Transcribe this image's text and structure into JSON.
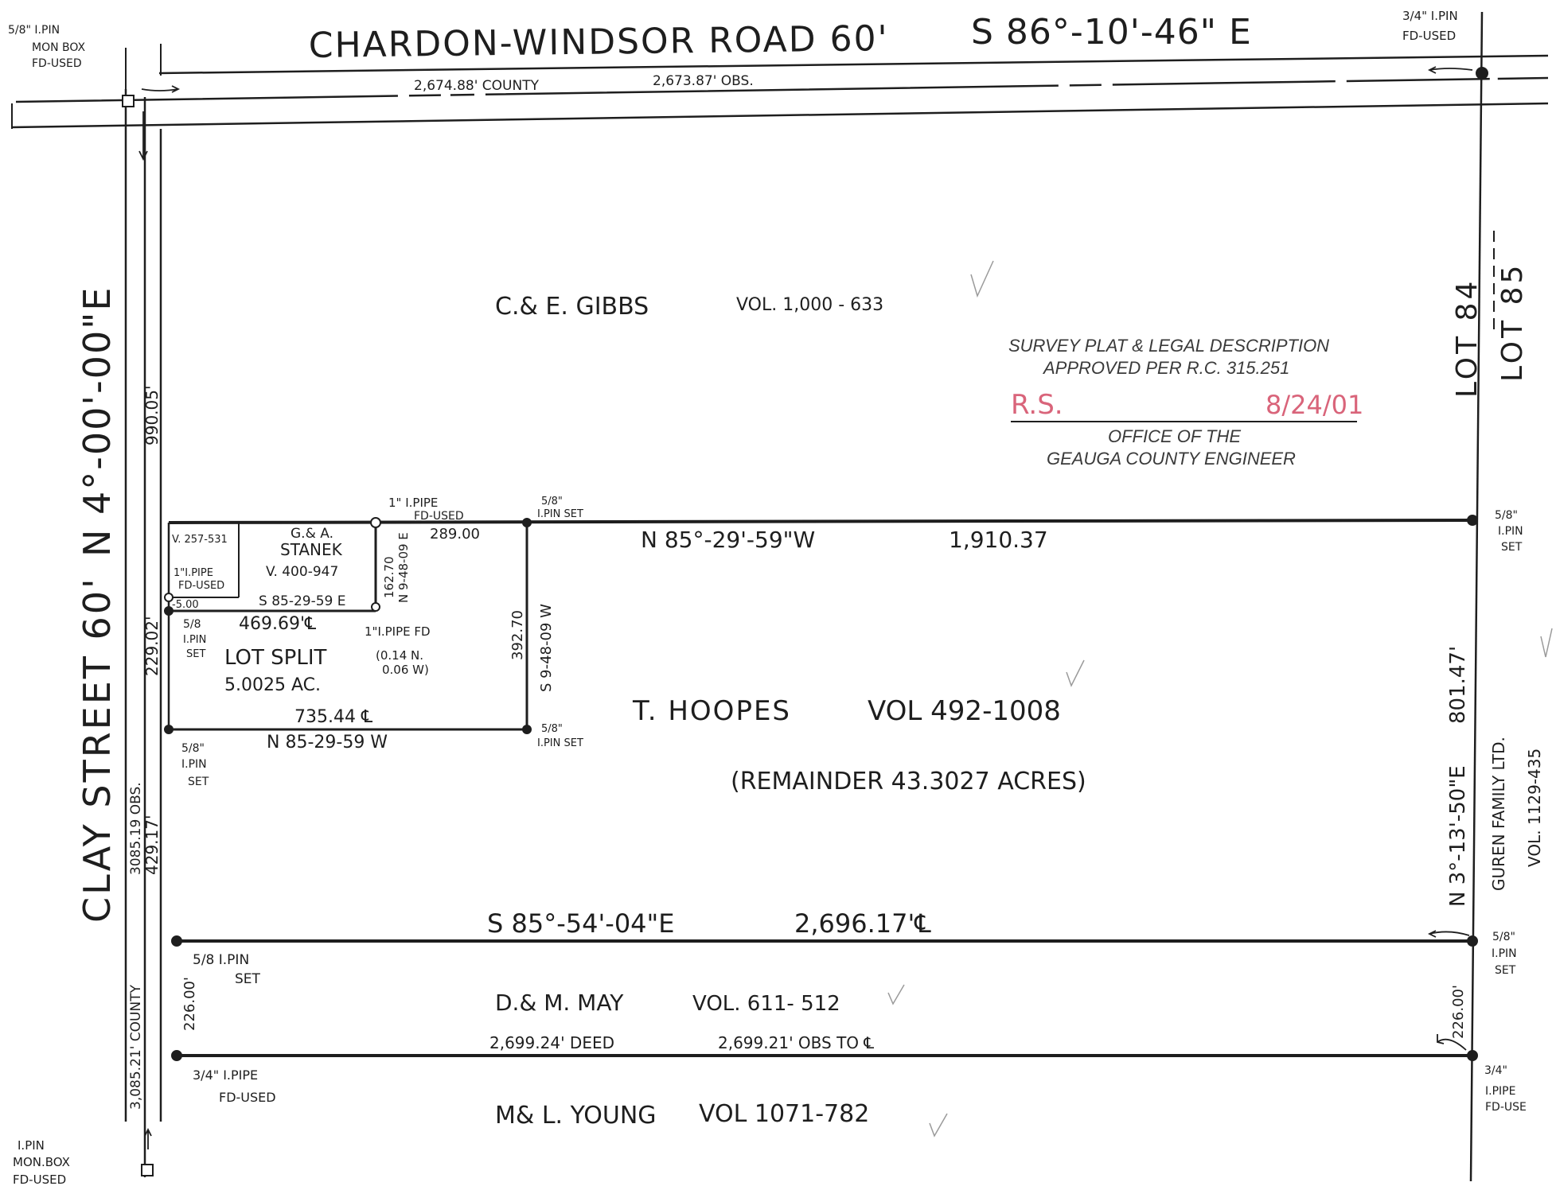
{
  "road_north": {
    "name": "CHARDON-WINDSOR ROAD 60'",
    "bearing": "S 86°-10'-46\" E",
    "county_dist": "2,674.88' COUNTY",
    "obs_dist": "2,673.87' OBS."
  },
  "road_west": {
    "name": "CLAY STREET 60'",
    "bearing": "N 4°-00'-00\"E",
    "dist_990": "990.05'",
    "dist_229": "229.02'",
    "dist_obs": "3085.19 OBS.",
    "dist_429": "429.17'",
    "dist_county": "3,085.21' COUNTY"
  },
  "monuments": {
    "nw": [
      "5/8\" I.PIN",
      "MON BOX",
      "FD-USED"
    ],
    "ne": [
      "3/4\" I.PIN",
      "FD-USED"
    ],
    "sw": [
      "I.PIN",
      "MON.BOX",
      "FD-USED"
    ]
  },
  "parcels": {
    "gibbs": {
      "owner": "C.& E. GIBBS",
      "vol": "VOL. 1,000 - 633"
    },
    "hoopes": {
      "owner": "T. HOOPES",
      "vol": "VOL 492-1008",
      "remainder": "(REMAINDER 43.3027 ACRES)"
    },
    "may": {
      "owner": "D.& M. MAY",
      "vol": "VOL. 611- 512"
    },
    "young": {
      "owner": "M& L. YOUNG",
      "vol": "VOL 1071-782"
    },
    "stanek": {
      "owner_1": "G.& A.",
      "owner_2": "STANEK",
      "vol": "V. 400-947",
      "ref": "V. 257-531"
    },
    "guren": {
      "owner": "GUREN FAMILY LTD.",
      "vol": "VOL. 1129-435"
    }
  },
  "lots": {
    "lot84": "LOT 84",
    "lot85": "LOT 85"
  },
  "lot_split": {
    "label": "LOT SPLIT",
    "area": "5.0025 AC.",
    "dist_north": "469.69'℄",
    "dist_south": "735.44 ℄",
    "bearing_south": "N 85-29-59 W",
    "dist_east": "392.70",
    "bearing_east": "S 9-48-09 W",
    "dist_289": "289.00",
    "stanek_dist": "162.70",
    "stanek_bearing": "N 9-48-09 E",
    "stanek_south": "S 85-29-59 E",
    "offset": "-5.00",
    "pipe_offsets": [
      "(0.14 N.",
      "0.06 W)"
    ]
  },
  "lines": {
    "north_boundary": {
      "bearing": "N 85°-29'-59\"W",
      "dist": "1,910.37"
    },
    "east_boundary": {
      "bearing": "N 3°-13'-50\"E",
      "dist": "801.47'"
    },
    "south_boundary": {
      "bearing": "S 85°-54'-04\"E",
      "dist": "2,696.17'℄"
    },
    "may_south": {
      "deed": "2,699.24' DEED",
      "obs": "2,699.21' OBS TO ℄"
    },
    "may_west": "226.00'",
    "may_east": "226.00'"
  },
  "pins": {
    "pipe_1in_fd": [
      "1\" I.PIPE",
      "FD-USED"
    ],
    "pin_set_top": [
      "5/8\"",
      "I.PIN SET"
    ],
    "pipe_1in_fd_left": [
      "1\"I.PIPE",
      "FD-USED"
    ],
    "pin_set_sw_corner": [
      "5/8",
      "I.PIN",
      "SET"
    ],
    "pipe_fd_mid": "1\"I.PIPE FD",
    "pin_set_bottom_left": [
      "5/8\"",
      "I.PIN",
      "SET"
    ],
    "pin_set_bottom_mid": [
      "5/8\"",
      "I.PIN SET"
    ],
    "pin_set_east_top": [
      "5/8\"",
      "I.PIN",
      "SET"
    ],
    "pin_set_east_mid": [
      "5/8\"",
      "I.PIN",
      "SET"
    ],
    "pin_set_west_mid": [
      "5/8  I.PIN",
      "SET"
    ],
    "pipe_fd_sw": [
      "3/4\" I.PIPE",
      "FD-USED"
    ],
    "pipe_fd_se": [
      "3/4\"",
      "I.PIPE",
      "FD-USE"
    ]
  },
  "stamp": {
    "line1": "SURVEY PLAT & LEGAL DESCRIPTION",
    "line2": "APPROVED PER R.C. 315.251",
    "initials": "R.S.",
    "date": "8/24/01",
    "line3": "OFFICE OF THE",
    "line4": "GEAUGA COUNTY ENGINEER"
  }
}
